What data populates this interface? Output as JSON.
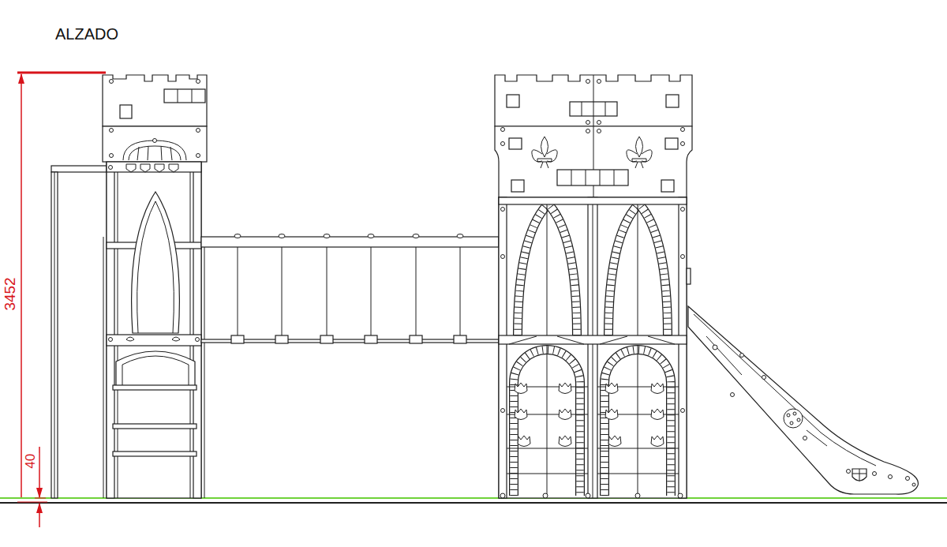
{
  "diagram": {
    "title": "ALZADO",
    "labels": [
      "3452",
      "40"
    ]
  }
}
